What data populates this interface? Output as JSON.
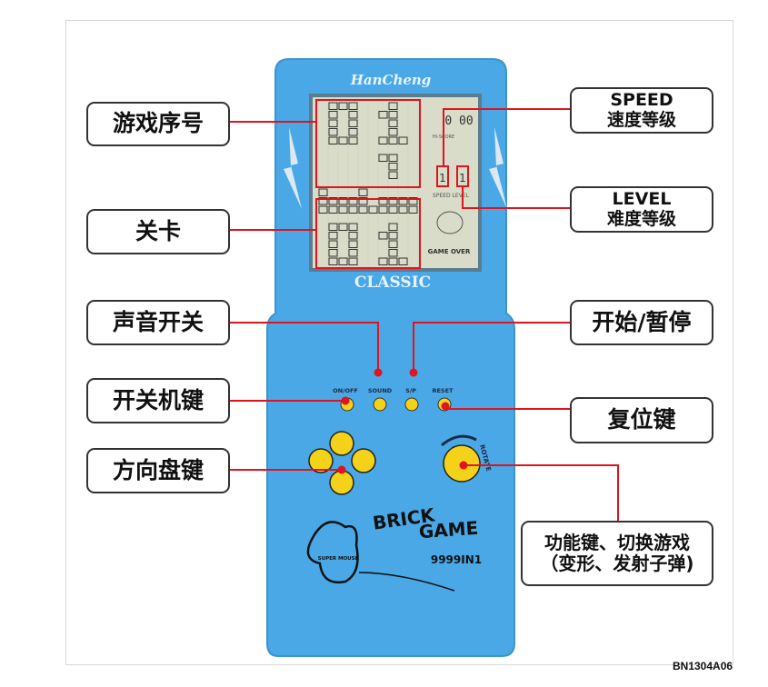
{
  "device": {
    "brand": "HanCheng",
    "model_label": "CLASSIC",
    "screen": {
      "score": "0 00",
      "hi_score_label": "HI-SCORE",
      "speed_level_label": "SPEED LEVEL",
      "status": "GAME OVER",
      "speed_value": "1",
      "level_value": "1"
    },
    "buttons": [
      "ON/OFF",
      "SOUND",
      "S/P",
      "RESET"
    ],
    "rotate_label": "ROTATE",
    "logo": {
      "title_line1": "BRICK",
      "title_line2": "GAME",
      "subtitle": "9999IN1",
      "mascot": "SUPER MOUSE"
    },
    "colors": {
      "body": "#4aa8e6",
      "buttons": "#f5d21a",
      "annotation": "#e0141e",
      "screen": "#d8dcc8"
    }
  },
  "annotations": {
    "game_number": "游戏序号",
    "stage": "关卡",
    "sound": "声音开关",
    "power": "开关机键",
    "dpad": "方向盘键",
    "speed_title": "SPEED",
    "speed_sub": "速度等级",
    "level_title": "LEVEL",
    "level_sub": "难度等级",
    "start_pause": "开始/暂停",
    "reset": "复位键",
    "function_line1": "功能键、切换游戏",
    "function_line2": "（变形、发射子弹)"
  },
  "caption": "BN1304A06"
}
